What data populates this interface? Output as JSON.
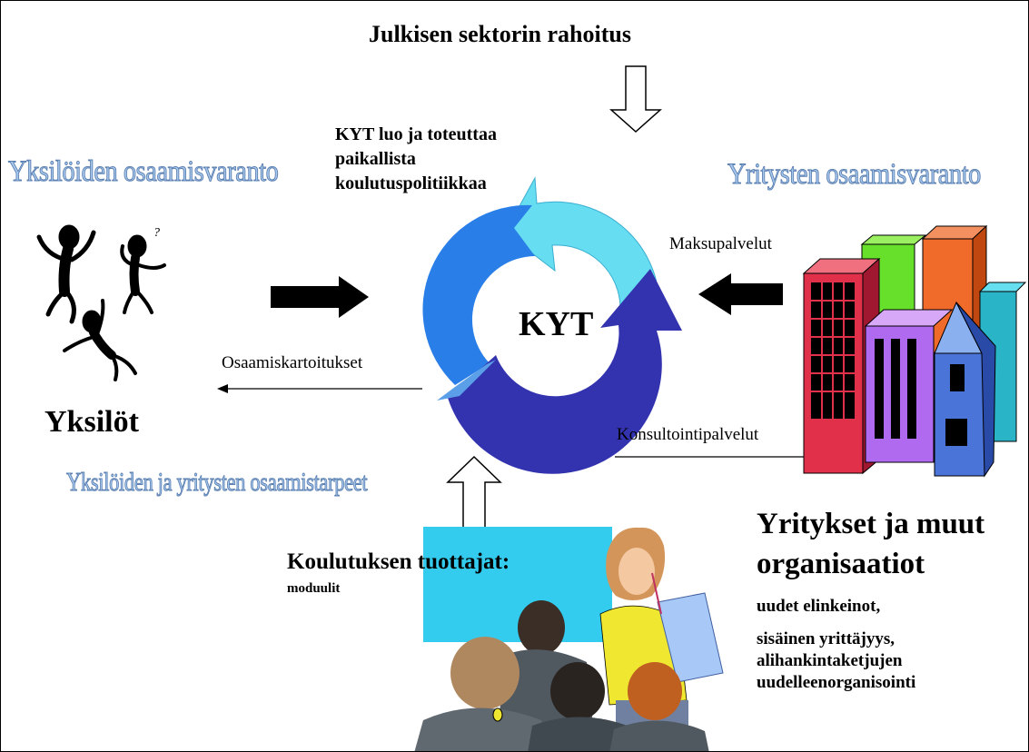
{
  "top_title": "Julkisen sektorin rahoitus",
  "kyt_policy_lines": [
    "KYT luo ja toteuttaa",
    "paikallista",
    "koulutuspolitiikkaa"
  ],
  "center_label": "KYT",
  "wordart": {
    "individual_reserve": "Yksilöiden osaamisvaranto",
    "company_reserve": "Yritysten osaamisvaranto",
    "needs": "Yksilöiden ja yritysten osaamistarpeet"
  },
  "flows": {
    "paid_services": "Maksupalvelut",
    "competence_mapping": "Osaamiskartoitukset",
    "consulting": "Konsultointipalvelut"
  },
  "individuals_label": "Yksilöt",
  "producers": {
    "title": "Koulutuksen tuottajat:",
    "subtitle": "moduulit"
  },
  "companies": {
    "title_lines": [
      "Yritykset ja muut",
      "organisaatiot"
    ],
    "items": [
      "uudet elinkeinot,",
      "sisäinen yrittäjyys,",
      "alihankintaketjujen",
      "uudelleenorganisointi"
    ]
  },
  "colors": {
    "cycle_light": "#66ddf0",
    "cycle_mid": "#2a7ee8",
    "cycle_dark": "#3333b0",
    "cyan_box": "#33ccee",
    "wordart_fill": "#a8c8ee"
  }
}
